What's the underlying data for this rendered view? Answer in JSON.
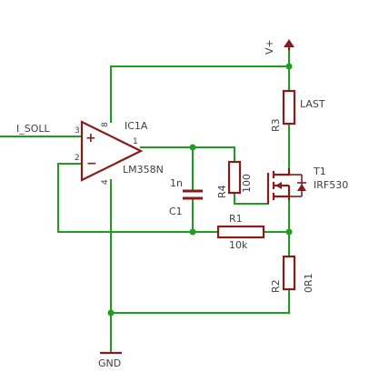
{
  "schematic": {
    "net_labels": {
      "input": "I_SOLL",
      "supply": "V+",
      "ground": "GND"
    },
    "opamp": {
      "name": "IC1A",
      "value": "LM358N",
      "pin_noninv": "3",
      "pin_inv": "2",
      "pin_out": "1",
      "pin_vcc": "8",
      "pin_gnd": "4",
      "plus_sign": "+",
      "minus_sign": "−"
    },
    "resistors": {
      "r1": {
        "name": "R1",
        "value": "10k"
      },
      "r2": {
        "name": "R2",
        "value": "0R1"
      },
      "r3": {
        "name": "R3",
        "value": "LAST"
      },
      "r4": {
        "name": "R4",
        "value": "100"
      }
    },
    "capacitor": {
      "name": "C1",
      "value": "1n"
    },
    "mosfet": {
      "name": "T1",
      "value": "IRF530"
    },
    "colors": {
      "wire": "#1e9e1e",
      "component": "#8b1a1a",
      "text": "#404040"
    }
  }
}
